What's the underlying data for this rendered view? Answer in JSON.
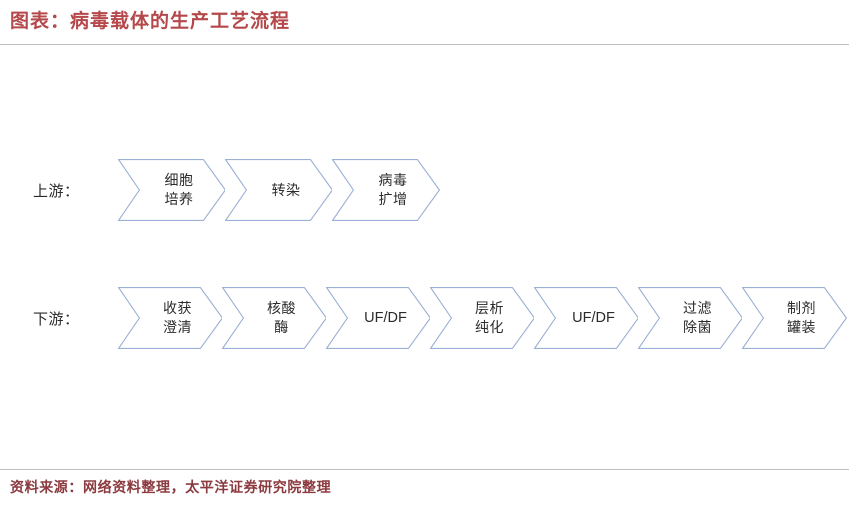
{
  "title": "图表：病毒载体的生产工艺流程",
  "colors": {
    "title": "#b5484a",
    "source": "#8b3a3f",
    "chevron_outline": "#9ab0d4",
    "chevron_fill": "#ffffff",
    "rule": "#bfbfbf",
    "label_text": "#2b2b2b",
    "background": "#ffffff"
  },
  "rows": [
    {
      "label": "上游：",
      "name": "upstream",
      "steps": [
        {
          "text": "细胞\n培养",
          "script": "cjk"
        },
        {
          "text": "转染",
          "script": "cjk"
        },
        {
          "text": "病毒\n扩增",
          "script": "cjk"
        }
      ]
    },
    {
      "label": "下游：",
      "name": "downstream",
      "steps": [
        {
          "text": "收获\n澄清",
          "script": "cjk"
        },
        {
          "text": "核酸\n酶",
          "script": "cjk"
        },
        {
          "text": "UF/DF",
          "script": "latin"
        },
        {
          "text": "层析\n纯化",
          "script": "cjk"
        },
        {
          "text": "UF/DF",
          "script": "latin"
        },
        {
          "text": "过滤\n除菌",
          "script": "cjk"
        },
        {
          "text": "制剂\n罐装",
          "script": "cjk"
        }
      ]
    }
  ],
  "source_note": "资料来源：网络资料整理，太平洋证券研究院整理"
}
